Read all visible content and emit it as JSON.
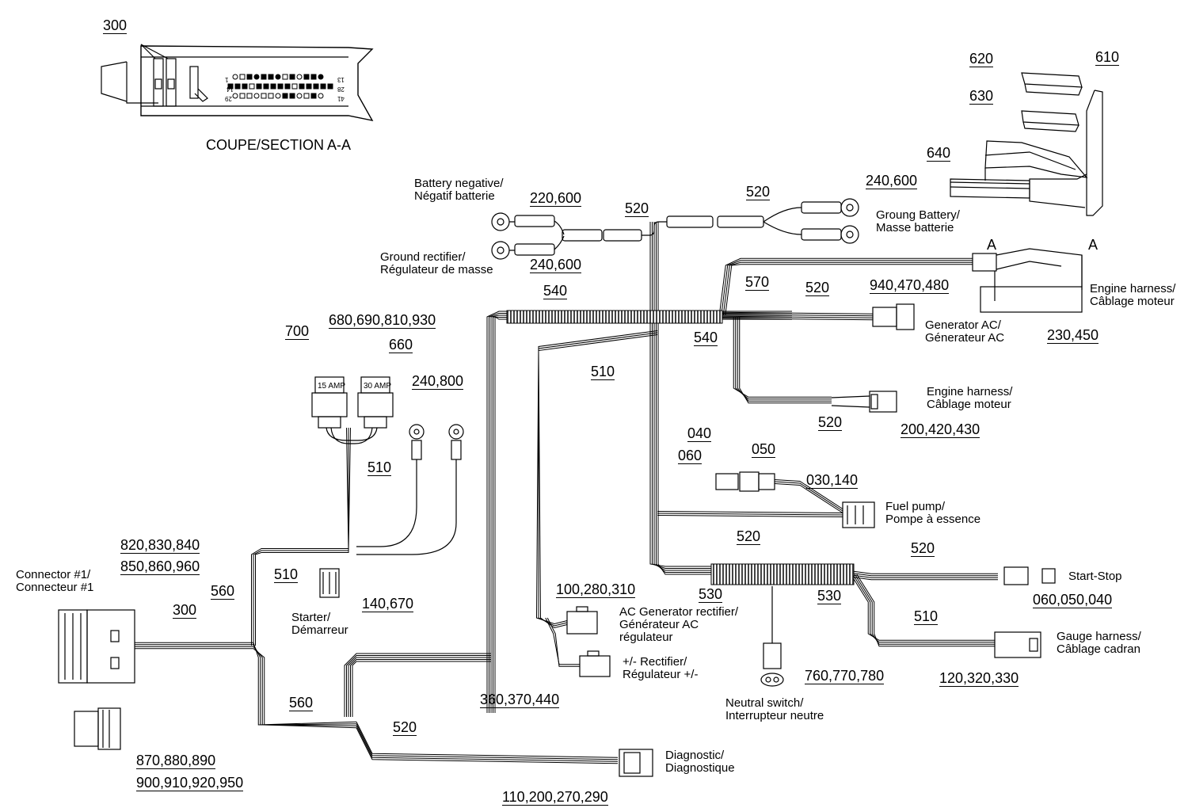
{
  "figure_id": "13J0503b",
  "section_caption": "COUPE/SECTION A-A",
  "section_marks": [
    "A",
    "A"
  ],
  "fuse_labels": [
    "15 AMP",
    "30 AMP"
  ],
  "pin_numbers": [
    "1",
    "13",
    "14",
    "28",
    "29",
    "41"
  ],
  "components": [
    {
      "id": "battery-negative",
      "lines": [
        "Battery negative/",
        "Négatif batterie"
      ]
    },
    {
      "id": "ground-rectifier",
      "lines": [
        "Ground rectifier/",
        "Régulateur de masse"
      ]
    },
    {
      "id": "ground-battery",
      "lines": [
        "Groung Battery/",
        "Masse batterie"
      ]
    },
    {
      "id": "engine-harness-top",
      "lines": [
        "Engine harness/",
        "Câblage moteur"
      ]
    },
    {
      "id": "generator-ac",
      "lines": [
        "Generator AC/",
        "Génerateur AC"
      ]
    },
    {
      "id": "engine-harness-mid",
      "lines": [
        "Engine harness/",
        "Câblage moteur"
      ]
    },
    {
      "id": "fuel-pump",
      "lines": [
        "Fuel pump/",
        "Pompe à essence"
      ]
    },
    {
      "id": "start-stop",
      "lines": [
        "Start-Stop"
      ]
    },
    {
      "id": "gauge-harness",
      "lines": [
        "Gauge harness/",
        "Câblage cadran"
      ]
    },
    {
      "id": "neutral-switch",
      "lines": [
        "Neutral switch/",
        "Interrupteur neutre"
      ]
    },
    {
      "id": "ac-generator-rectifier",
      "lines": [
        "AC Generator rectifier/",
        "Générateur AC",
        "régulateur"
      ]
    },
    {
      "id": "rectifier-plus-minus",
      "lines": [
        "+/- Rectifier/",
        "Régulateur +/-"
      ]
    },
    {
      "id": "starter",
      "lines": [
        "Starter/",
        "Démarreur"
      ]
    },
    {
      "id": "connector-1",
      "lines": [
        "Connector #1/",
        "Connecteur #1"
      ]
    },
    {
      "id": "diagnostic",
      "lines": [
        "Diagnostic/",
        "Diagnostique"
      ]
    }
  ],
  "reference_numbers": [
    "300",
    "620",
    "610",
    "630",
    "640",
    "220,600",
    "240,600",
    "520",
    "520",
    "240,600",
    "570",
    "520",
    "940,470,480",
    "540",
    "540",
    "230,450",
    "700",
    "680,690,810,930",
    "660",
    "510",
    "240,800",
    "520",
    "200,420,430",
    "040",
    "060",
    "050",
    "030,140",
    "510",
    "520",
    "820,830,840",
    "850,860,960",
    "560",
    "300",
    "510",
    "140,670",
    "100,280,310",
    "530",
    "530",
    "520",
    "060,050,040",
    "510",
    "360,370,440",
    "760,770,780",
    "120,320,330",
    "560",
    "870,880,890",
    "900,910,920,950",
    "520",
    "110,200,270,290"
  ]
}
